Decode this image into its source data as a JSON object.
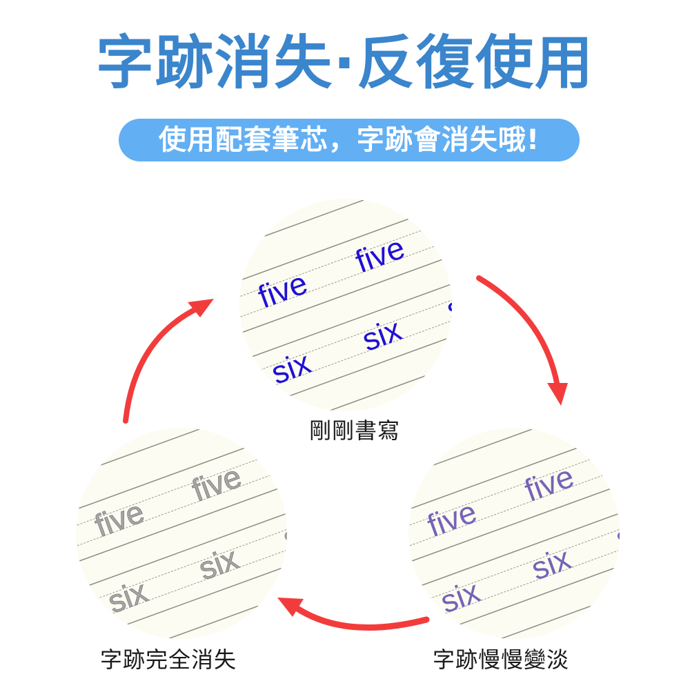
{
  "header": {
    "title": "字跡消失·反復使用",
    "subtitle": "使用配套筆芯，字跡會消失哦!"
  },
  "stages": [
    {
      "id": "just-written",
      "label": "剛剛書寫",
      "ink_color": "#1f10d6",
      "words": [
        "five",
        "five",
        "six",
        "six"
      ]
    },
    {
      "id": "fading",
      "label": "字跡慢慢變淡",
      "ink_color": "#7563b8",
      "words": [
        "five",
        "five",
        "six",
        "six"
      ]
    },
    {
      "id": "vanished",
      "label": "字跡完全消失",
      "ink_color": "#9a9a9a",
      "words": [
        "five",
        "five",
        "six",
        "six"
      ]
    }
  ],
  "colors": {
    "title": "#3a85cc",
    "pill": "#62aff3",
    "arrow": "#f23c3c",
    "paper": "#fcfcf2"
  },
  "icons": {
    "cycle_arrows": "curved-arrow-icon"
  }
}
